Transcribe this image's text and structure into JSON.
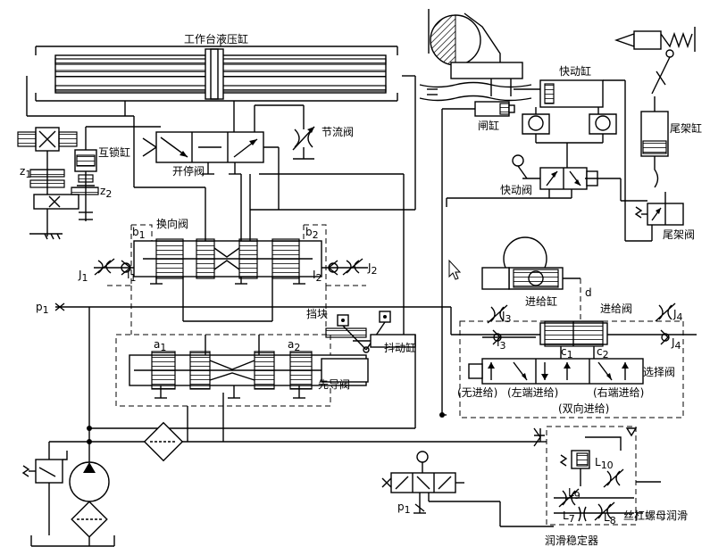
{
  "labels": {
    "table_cylinder": "工作台液压缸",
    "interlock_cylinder": "互锁缸",
    "throttle_valve": "节流阀",
    "start_stop_valve": "开停阀",
    "reversing_valve": "换向阀",
    "pilot_valve": "先导阀",
    "stop_block": "挡块",
    "shift_cylinder": "抖动缸",
    "quick_cylinder": "快动缸",
    "gate_cylinder": "闸缸",
    "quick_valve": "快动阀",
    "tailstock_cylinder": "尾架缸",
    "tailstock_valve": "尾架阀",
    "feed_cylinder": "进给缸",
    "feed_valve": "进给阀",
    "select_valve": "选择阀",
    "no_feed": "(无进给)",
    "left_feed": "(左端进给)",
    "right_feed": "(右端进给)",
    "dual_feed": "(双向进给)",
    "leadscrew_lube": "丝杠螺母润滑",
    "lube_stabilizer": "润滑稳定器"
  },
  "symbols": {
    "z1": "z",
    "z1_sub": "1",
    "z2": "z",
    "z2_sub": "2",
    "b1": "b",
    "b1_sub": "1",
    "b2": "b",
    "b2_sub": "2",
    "J1": "J",
    "J1_sub": "1",
    "J2": "J",
    "J2_sub": "2",
    "I1": "I",
    "I1_sub": "1",
    "I2": "I",
    "I2_sub": "2",
    "J3": "J",
    "J3_sub": "3",
    "J4": "J",
    "J4_sub": "4",
    "I3": "I",
    "I3_sub": "3",
    "I4": "J",
    "I4_sub": "4",
    "a1": "a",
    "a1_sub": "1",
    "a2": "a",
    "a2_sub": "2",
    "c1": "c",
    "c1_sub": "1",
    "c2": "c",
    "c2_sub": "2",
    "d": "d",
    "p1": "p",
    "p1_sub": "1",
    "p1b": "p",
    "p1b_sub": "1",
    "L10": "L",
    "L10_sub": "10",
    "L9": "L",
    "L9_sub": "9",
    "L7": "L",
    "L7_sub": "7",
    "L8": "L",
    "L8_sub": "8"
  }
}
